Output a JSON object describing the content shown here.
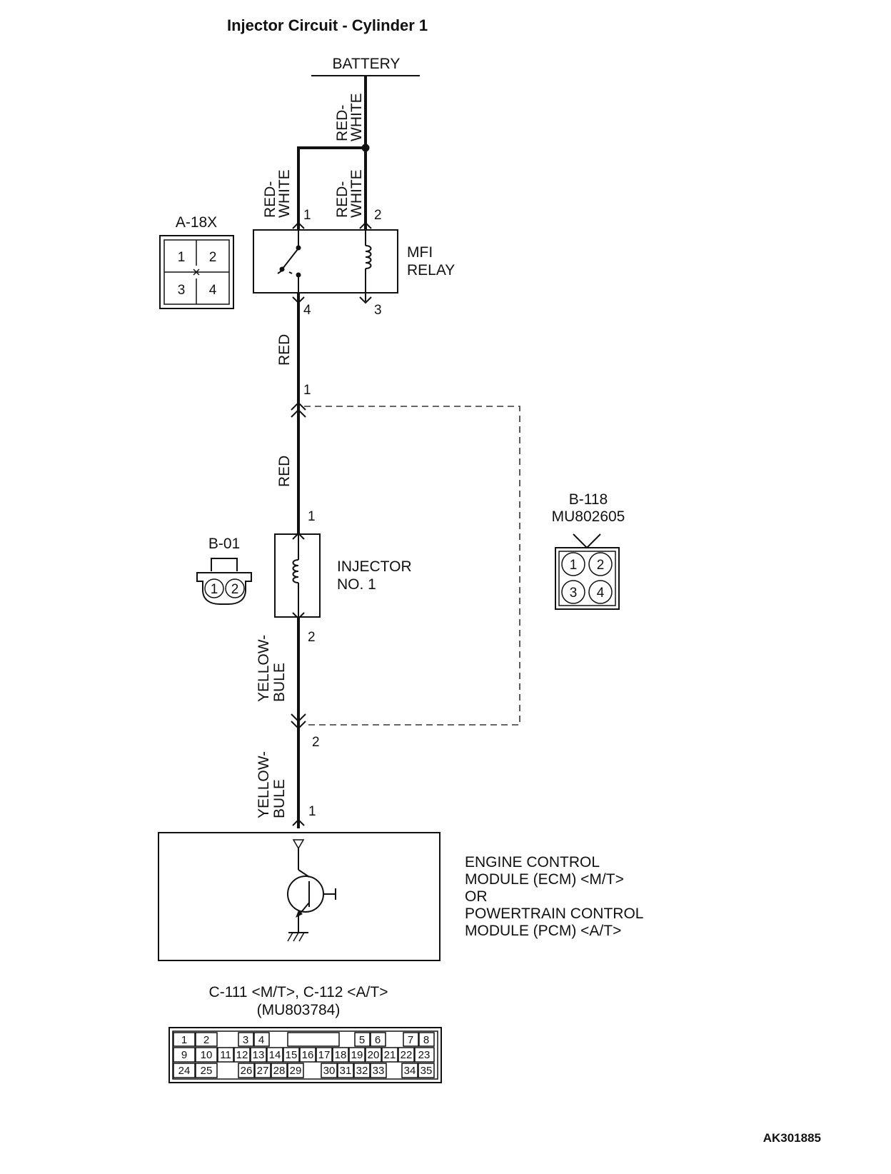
{
  "title": "Injector Circuit - Cylinder 1",
  "battery": "BATTERY",
  "wires": {
    "red_white": [
      "RED-",
      "WHITE"
    ],
    "red": "RED",
    "yellow_bule": [
      "YELLOW-",
      "BULE"
    ]
  },
  "connectors": {
    "a18x": {
      "label": "A-18X",
      "pins": [
        "1",
        "2",
        "3",
        "4"
      ]
    },
    "b01": {
      "label": "B-01",
      "pins": [
        "1",
        "2"
      ]
    },
    "b118": {
      "label": "B-118",
      "part": "MU802605",
      "pins": [
        "1",
        "2",
        "3",
        "4"
      ]
    },
    "c111": {
      "label": "C-111 <M/T>, C-112 <A/T>",
      "part": "(MU803784)",
      "rows": [
        [
          "1",
          "2",
          "",
          "3",
          "4",
          "",
          "",
          "",
          "",
          "5",
          "6",
          "",
          "7",
          "8"
        ],
        [
          "9",
          "10",
          "11",
          "12",
          "13",
          "14",
          "15",
          "16",
          "17",
          "18",
          "19",
          "20",
          "21",
          "22",
          "23"
        ],
        [
          "24",
          "25",
          "",
          "26",
          "27",
          "28",
          "29",
          "",
          "30",
          "31",
          "32",
          "33",
          "",
          "34",
          "35"
        ]
      ]
    }
  },
  "mfi_relay": {
    "label": [
      "MFI",
      "RELAY"
    ],
    "pins": [
      "1",
      "2",
      "4",
      "3"
    ]
  },
  "injector": {
    "label": [
      "INJECTOR",
      "NO. 1"
    ],
    "pins": [
      "1",
      "2"
    ]
  },
  "harness_pins": {
    "upper": "1",
    "lower": "2",
    "ecm": "1"
  },
  "ecm": {
    "label": [
      "ENGINE CONTROL",
      "MODULE (ECM) <M/T>",
      "OR",
      "POWERTRAIN CONTROL",
      "MODULE (PCM) <A/T>"
    ]
  },
  "ref_code": "AK301885"
}
